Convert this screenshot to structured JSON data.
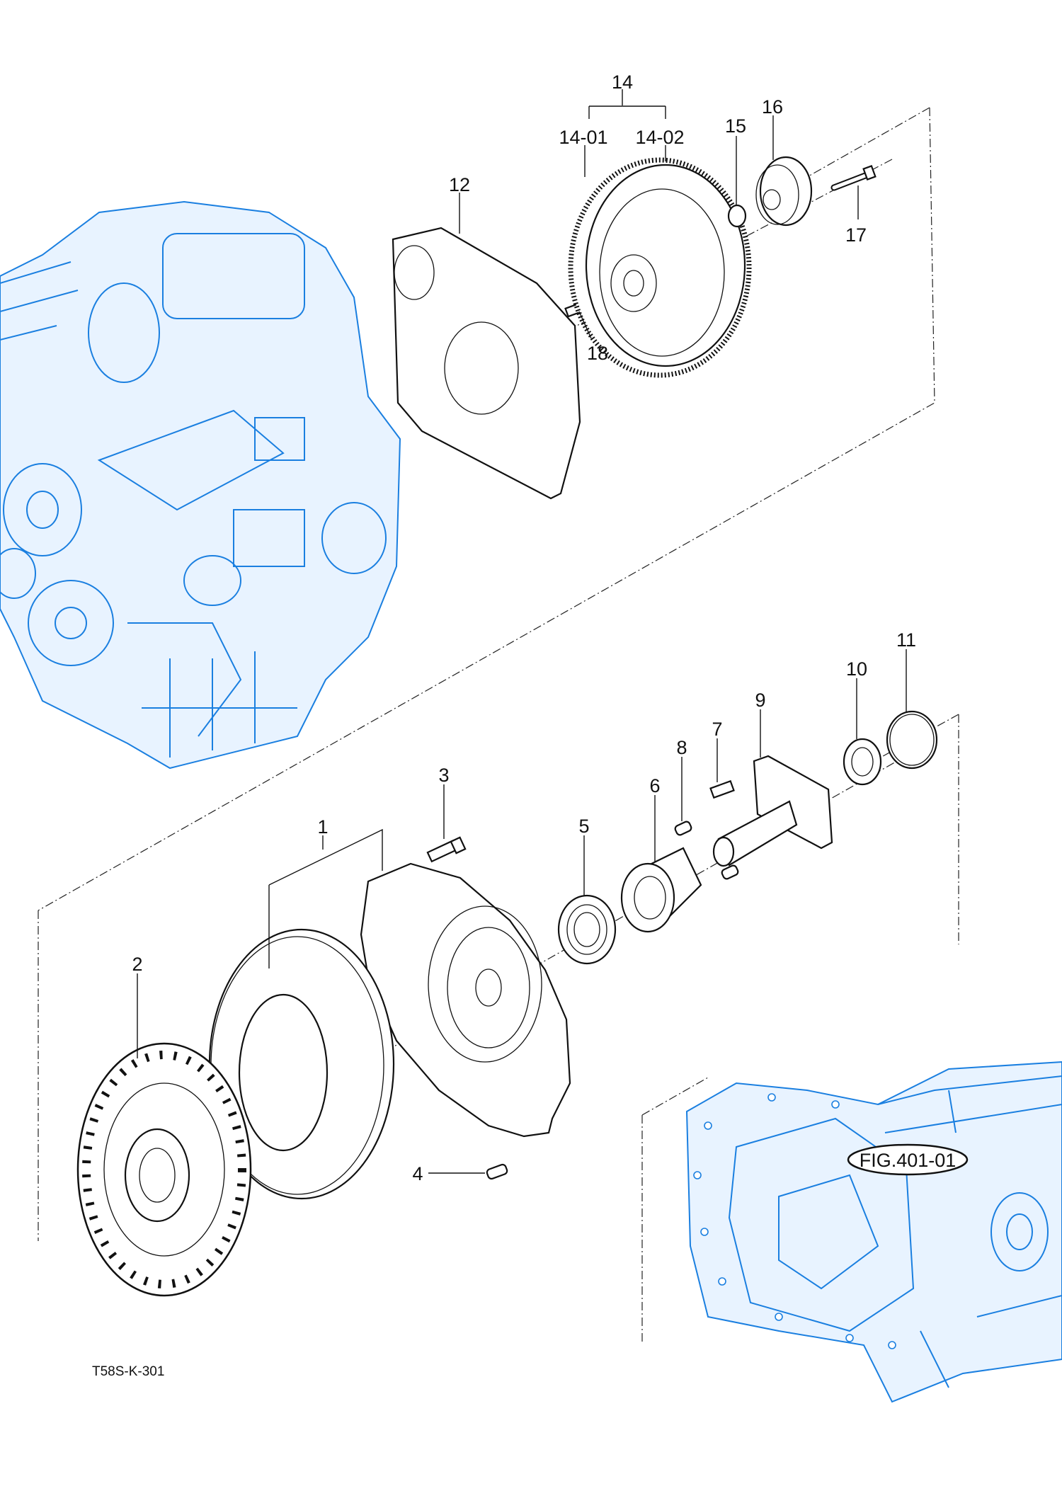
{
  "drawing_code": "T58S-K-301",
  "figure_reference": "FIG.401-01",
  "callouts": {
    "c1": "1",
    "c2": "2",
    "c3": "3",
    "c4": "4",
    "c5": "5",
    "c6": "6",
    "c7": "7",
    "c8": "8",
    "c9": "9",
    "c10": "10",
    "c11": "11",
    "c12": "12",
    "c14": "14",
    "c14_01": "14-01",
    "c14_02": "14-02",
    "c15": "15",
    "c16": "16",
    "c17": "17",
    "c18": "18"
  },
  "colors": {
    "engine_line": "#1a7fe0",
    "parts_line": "#111111"
  }
}
